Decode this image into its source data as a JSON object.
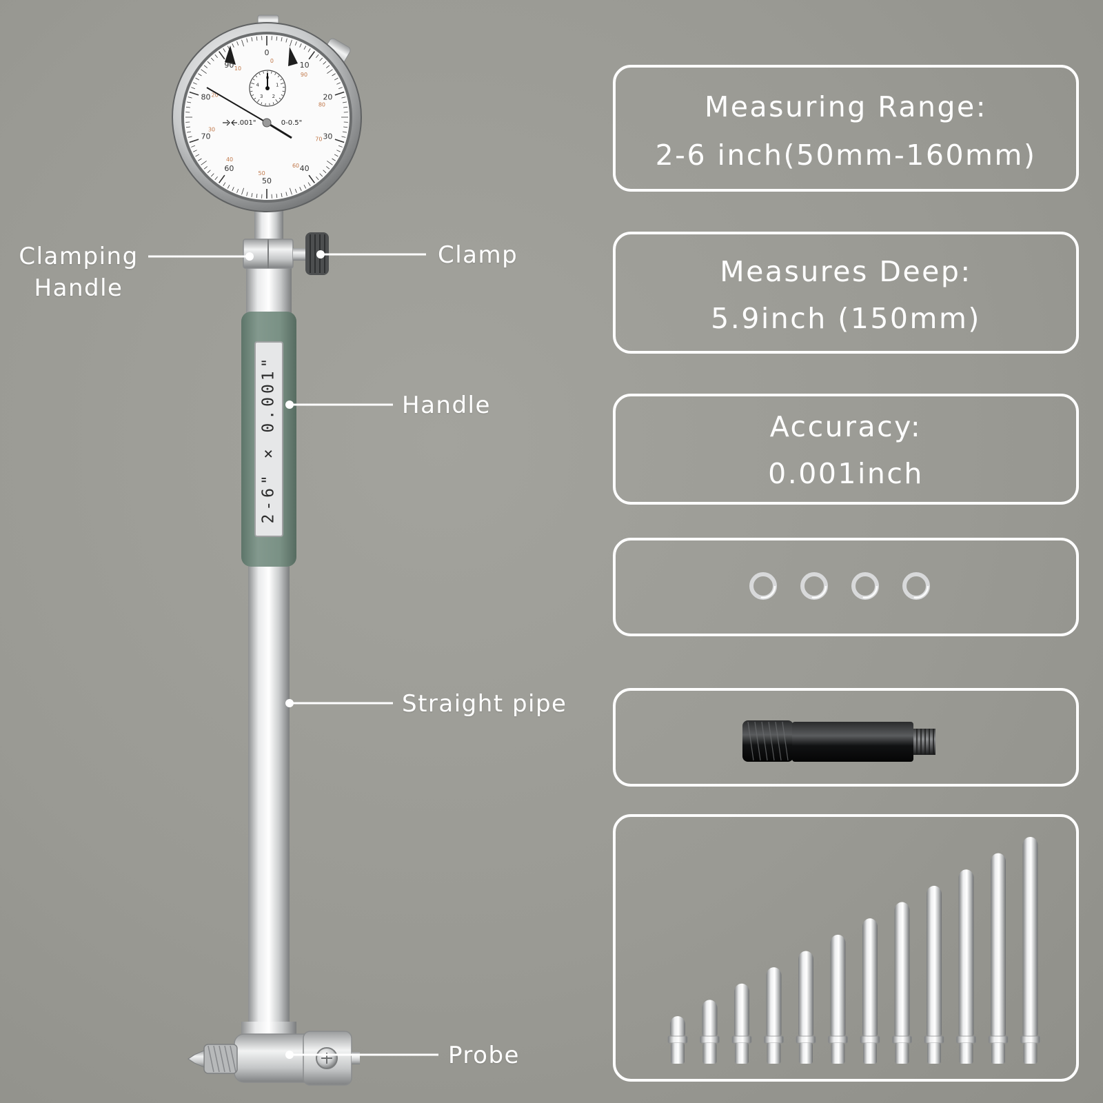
{
  "dial": {
    "outer_numbers": [
      "0",
      "10",
      "20",
      "30",
      "40",
      "50",
      "60",
      "70",
      "80",
      "90"
    ],
    "inner_numbers": [
      "0",
      "90",
      "80",
      "70",
      "60",
      "50",
      "40",
      "30",
      "20",
      "10"
    ],
    "sub_numbers": [
      "0",
      "1",
      "2",
      "3",
      "4"
    ],
    "resolution_mark": ".001\"",
    "range_mark": "0-0.5\""
  },
  "handle_marking": "2-6\" × 0.001\"",
  "callouts": {
    "clamping_handle_line1": "Clamping",
    "clamping_handle_line2": "Handle",
    "clamp": "Clamp",
    "handle": "Handle",
    "straight_pipe": "Straight pipe",
    "probe": "Probe"
  },
  "specs": [
    {
      "title": "Measuring Range:",
      "value": "2-6 inch(50mm-160mm)"
    },
    {
      "title": "Measures Deep:",
      "value": "5.9inch (150mm)"
    },
    {
      "title": "Accuracy:",
      "value": "0.001inch"
    }
  ],
  "accessories": {
    "washer_count": 4,
    "extension_rod_count": 1,
    "anvil_count": 12
  },
  "colors": {
    "background": "#9a9a94",
    "handle_grip": "#7d968a",
    "outline": "#ffffff"
  }
}
